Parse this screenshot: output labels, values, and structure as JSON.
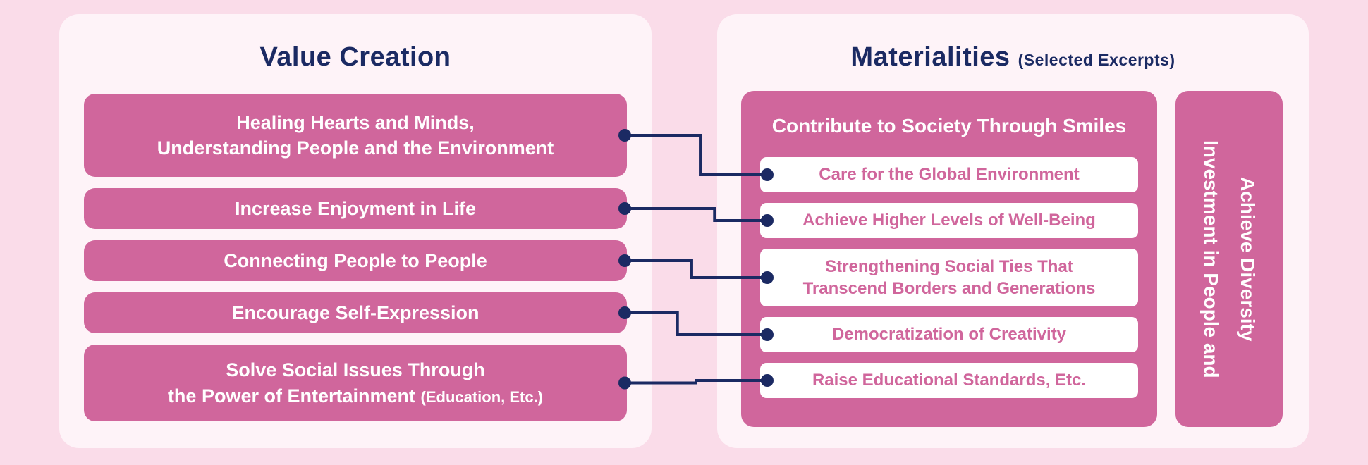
{
  "colors": {
    "background": "#FADCE9",
    "panel": "#FEF3F8",
    "pink": "#D0669C",
    "navy": "#1B2A63",
    "white": "#FFFFFF"
  },
  "value_creation": {
    "title": "Value Creation",
    "items": [
      {
        "lines": [
          "Healing Hearts and Minds,",
          "Understanding People and the Environment"
        ]
      },
      {
        "lines": [
          "Increase Enjoyment in Life"
        ]
      },
      {
        "lines": [
          "Connecting People to People"
        ]
      },
      {
        "lines": [
          "Encourage Self-Expression"
        ]
      },
      {
        "lines": [
          "Solve Social Issues Through",
          "the Power of Entertainment"
        ],
        "small_suffix": "(Education, Etc.)"
      }
    ]
  },
  "materialities": {
    "title": "Materialities",
    "subtitle": "(Selected Excerpts)",
    "group_title": "Contribute to Society Through Smiles",
    "items": [
      {
        "lines": [
          "Care for the Global Environment"
        ]
      },
      {
        "lines": [
          "Achieve Higher Levels of Well-Being"
        ]
      },
      {
        "lines": [
          "Strengthening Social Ties That",
          "Transcend Borders and Generations"
        ]
      },
      {
        "lines": [
          "Democratization of Creativity"
        ]
      },
      {
        "lines": [
          "Raise Educational Standards, Etc."
        ]
      }
    ]
  },
  "investment": {
    "lines": [
      "Investment in People and",
      "Achieve Diversity"
    ]
  },
  "connections": [
    {
      "from": 0,
      "to": 0
    },
    {
      "from": 1,
      "to": 1
    },
    {
      "from": 2,
      "to": 2
    },
    {
      "from": 3,
      "to": 3
    },
    {
      "from": 4,
      "to": 4
    }
  ]
}
